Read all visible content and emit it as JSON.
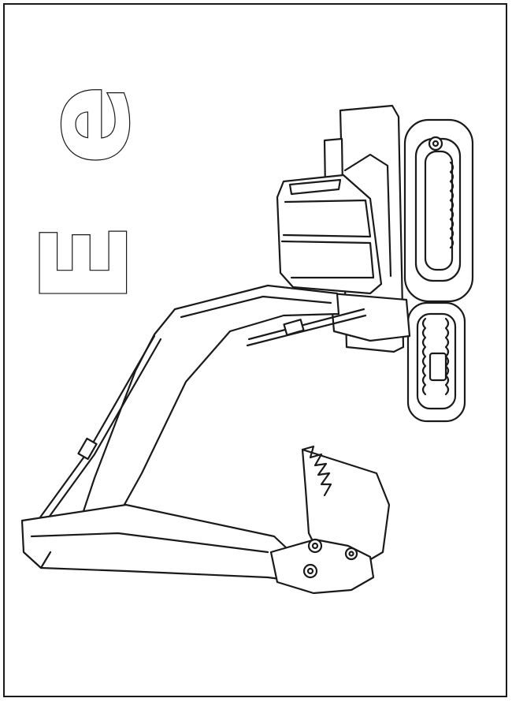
{
  "sheet": {
    "uppercase_letter": "E",
    "lowercase_letter": "e",
    "picture": "excavator-drawing"
  },
  "colors": {
    "line": "#1a1a1a",
    "paper": "#ffffff"
  }
}
